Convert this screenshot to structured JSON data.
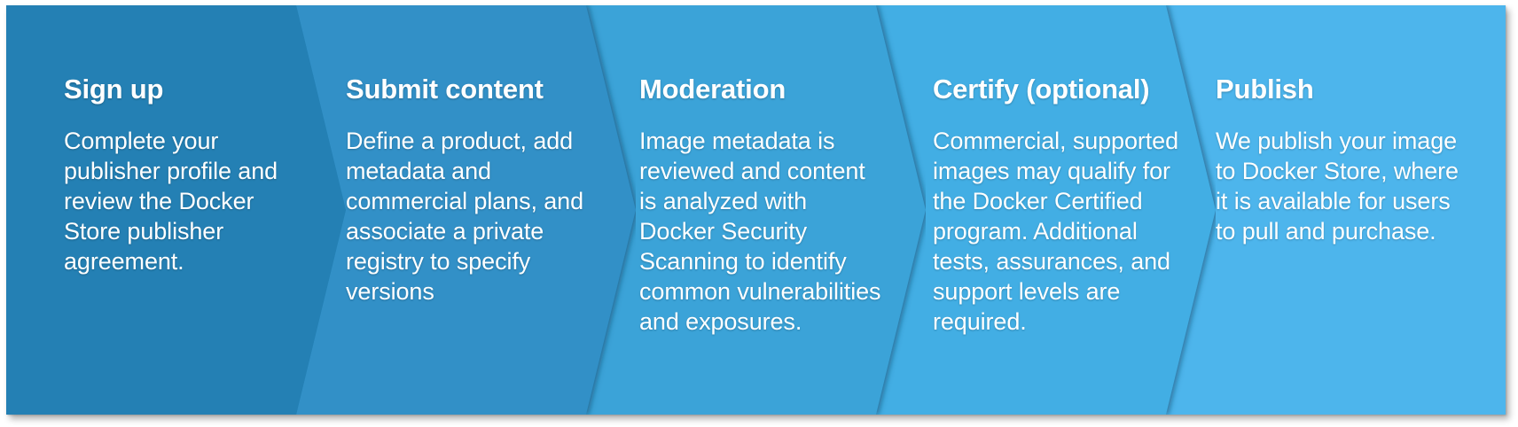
{
  "diagram": {
    "type": "chevron-process-flow",
    "title": "Docker Store publisher process",
    "orientation": "left-to-right",
    "step_count": 5,
    "background_color": "#ffffff",
    "text_color": "#ffffff",
    "steps": [
      {
        "index": 1,
        "name": "sign-up",
        "title": "Sign up",
        "body": "Complete your publisher profile and review the Docker Store publisher agreement.",
        "color": "#2480b4",
        "edge_shadow_color": "#1d6c99"
      },
      {
        "index": 2,
        "name": "submit-content",
        "title": "Submit content",
        "body": "Define a product, add metadata and commercial plans, and associate a private registry to specify versions",
        "color": "#3090c7",
        "edge_shadow_color": "#2a7fae"
      },
      {
        "index": 3,
        "name": "moderation",
        "title": "Moderation",
        "body": "Image metadata is reviewed and content is analyzed with Docker Security Scanning to identify common vulnerabilities and exposures.",
        "color": "#3ba3d8",
        "edge_shadow_color": "#3190c0"
      },
      {
        "index": 4,
        "name": "certify-optional",
        "title": "Certify (optional)",
        "body": "Commercial, supported images may qualify for the Docker Certified program.  Additional tests, assurances, and support levels are required.",
        "color": "#43aee4",
        "edge_shadow_color": "#389ccd"
      },
      {
        "index": 5,
        "name": "publish",
        "title": "Publish",
        "body": "We publish your image to Docker Store, where it is available for users to pull and purchase.",
        "color": "#4db5ec",
        "edge_shadow_color": "#42a4d6"
      }
    ]
  }
}
